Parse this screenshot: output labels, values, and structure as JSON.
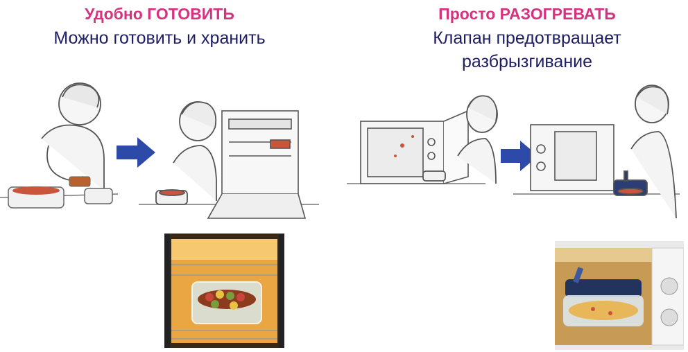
{
  "left": {
    "heading": "Удобно ГОТОВИТЬ",
    "subtitle": "Можно готовить и хранить"
  },
  "right": {
    "heading": "Просто РАЗОГРЕВАТЬ",
    "subtitle_line1": "Клапан предотвращает",
    "subtitle_line2": "разбрызгивание"
  },
  "colors": {
    "heading": "#d6337f",
    "subtitle": "#1d1d63",
    "arrow": "#2e4aa8",
    "sketch": "#555555"
  }
}
